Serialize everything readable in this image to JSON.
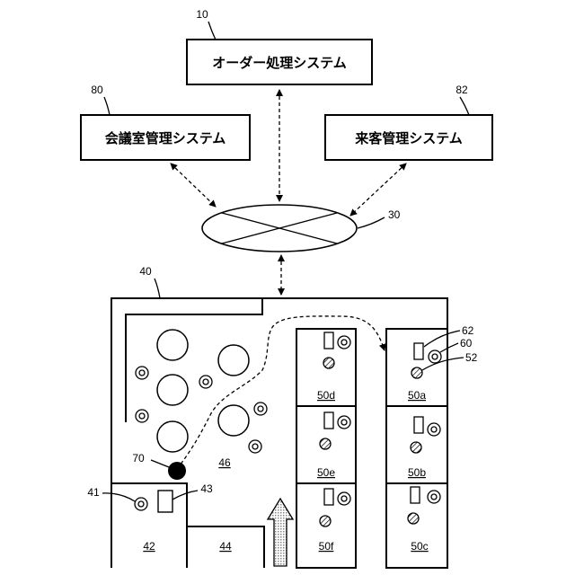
{
  "systems": {
    "order": {
      "label": "オーダー処理システム",
      "ref": "10"
    },
    "meeting_room": {
      "label": "会議室管理システム",
      "ref": "80"
    },
    "visitor": {
      "label": "来客管理システム",
      "ref": "82"
    },
    "network": {
      "ref": "30"
    }
  },
  "floor": {
    "ref": "40",
    "area_46": "46",
    "robot_70": "70",
    "station_41": "41",
    "station_43": "43",
    "room_42": "42",
    "room_44": "44",
    "rooms": {
      "a": "50a",
      "b": "50b",
      "c": "50c",
      "d": "50d",
      "e": "50e",
      "f": "50f"
    },
    "callouts": {
      "r62": "62",
      "r60": "60",
      "r52": "52"
    }
  }
}
